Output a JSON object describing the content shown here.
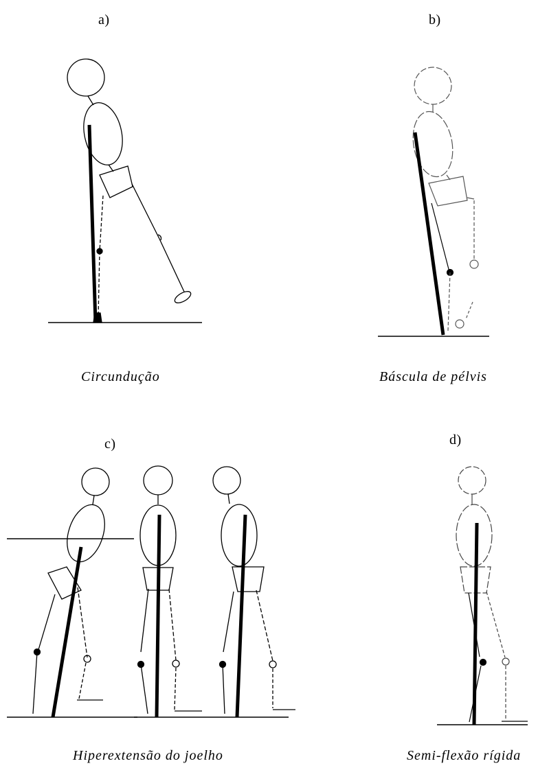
{
  "panels": [
    {
      "label": "a)",
      "caption": "Circundução"
    },
    {
      "label": "b)",
      "caption": "Báscula de pélvis"
    },
    {
      "label": "c)",
      "caption": "Hiperextensão do joelho"
    },
    {
      "label": "d)",
      "caption": "Semi-flexão rígida"
    }
  ],
  "colors": {
    "ink": "#000000",
    "faint": "#555555"
  }
}
